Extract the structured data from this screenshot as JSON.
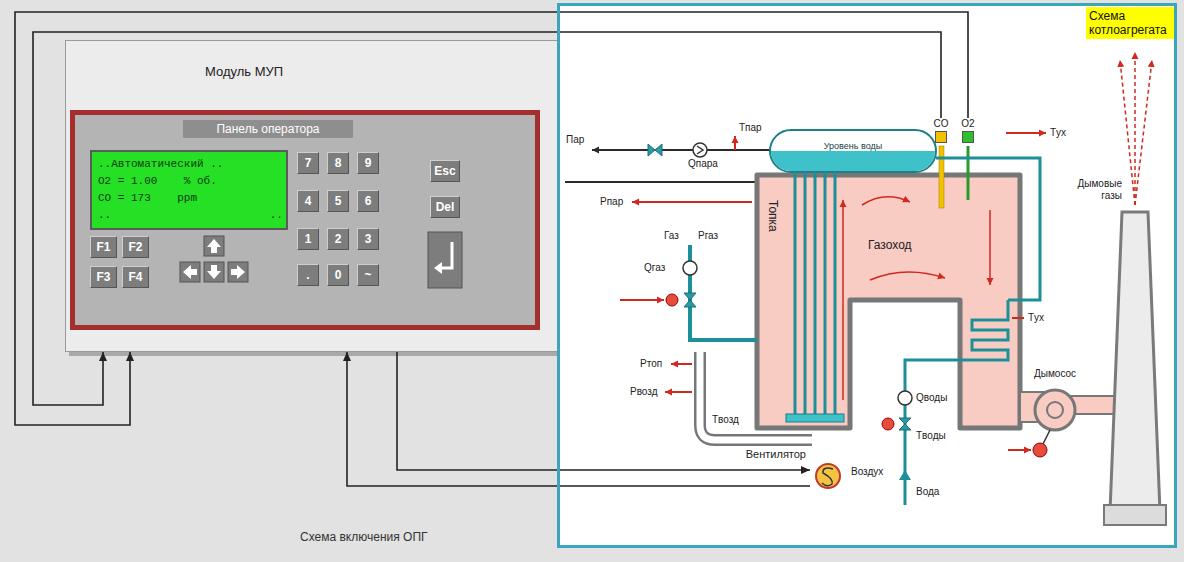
{
  "diagram": {
    "caption": "Схема включения ОПГ",
    "nodes": [
      {
        "text": [
          "Модуль МУП"
        ]
      },
      {
        "text": [
          "Панель оператора"
        ],
        "in": 0
      },
      {
        "text": [
          "..Автоматический ..",
          "O2 = 1.00    % об.",
          "CO = 173    ppm",
          "..                        .."
        ],
        "in": 1
      },
      {
        "text": [
          "7"
        ],
        "in": 1
      },
      {
        "text": [
          "8"
        ],
        "in": 1
      },
      {
        "text": [
          "9"
        ],
        "in": 1
      },
      {
        "text": [
          "Esc"
        ],
        "in": 1
      },
      {
        "text": [
          "4"
        ],
        "in": 1
      },
      {
        "text": [
          "5"
        ],
        "in": 1
      },
      {
        "text": [
          "6"
        ],
        "in": 1
      },
      {
        "text": [
          "Del"
        ],
        "in": 1
      },
      {
        "text": [
          "1"
        ],
        "in": 1
      },
      {
        "text": [
          "2"
        ],
        "in": 1
      },
      {
        "text": [
          "3"
        ],
        "in": 1
      },
      {
        "text": [
          "."
        ],
        "in": 1
      },
      {
        "text": [
          "0"
        ],
        "in": 1
      },
      {
        "text": [
          "~"
        ],
        "in": 1
      },
      {
        "text": [
          "F1"
        ],
        "in": 1
      },
      {
        "text": [
          "F2"
        ],
        "in": 1
      },
      {
        "text": [
          "F3"
        ],
        "in": 1
      },
      {
        "text": [
          "F4"
        ],
        "in": 1
      },
      {
        "text": [
          "Схема котлоагрегата"
        ]
      },
      {
        "text": [
          "Уровень воды"
        ],
        "in": 21
      },
      {
        "text": [
          "CO"
        ],
        "in": 21
      },
      {
        "text": [
          "O2"
        ],
        "in": 21
      },
      {
        "text": [
          "Вентилятор"
        ],
        "in": 21
      }
    ],
    "edges": [
      {
        "from": 23,
        "to": 0,
        "arrow": "to"
      },
      {
        "from": 24,
        "to": 0,
        "arrow": "to"
      },
      {
        "from": 25,
        "to": 0,
        "arrow": "to"
      },
      {
        "from": 0,
        "to": 25,
        "arrow": "to"
      }
    ],
    "labels": [
      "Пар",
      "Qпара",
      "Tпар",
      "Pпар",
      "Газ",
      "Pгаз",
      "Qгаз",
      "Топка",
      "Газоход",
      "Tух",
      "Дымовые газы",
      "Pтоп",
      "Pвозд",
      "Tвозд",
      "Tух",
      "Qводы",
      "Tводы",
      "Дымосос",
      "Воздух",
      "Вода"
    ]
  }
}
